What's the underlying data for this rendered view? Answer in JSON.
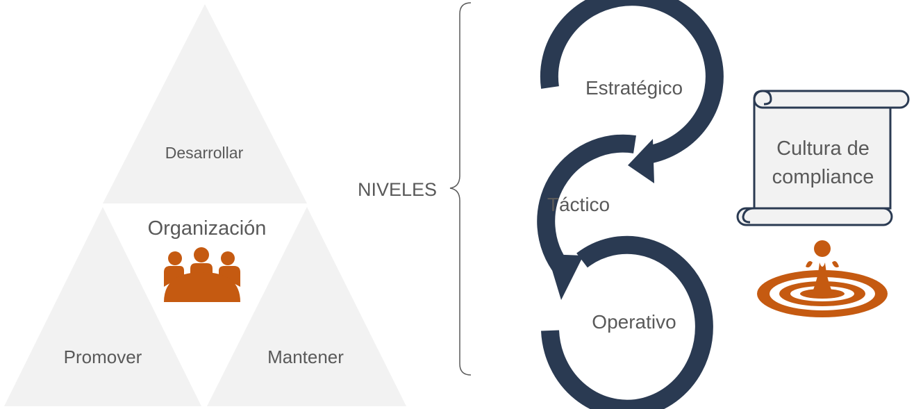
{
  "pyramid": {
    "top_label": "Desarrollar",
    "center_label": "Organización",
    "left_label": "Promover",
    "right_label": "Mantener",
    "center_icon": "meeting-group-icon"
  },
  "levels": {
    "label": "NIVELES",
    "items": [
      "Estratégico",
      "Táctico",
      "Operativo"
    ]
  },
  "culture": {
    "line1": "Cultura de",
    "line2": "compliance",
    "scroll_icon": "scroll-icon",
    "drop_icon": "water-drop-ripple-icon"
  },
  "colors": {
    "triangle_fill": "#f2f2f2",
    "accent": "#c55a11",
    "arrow": "#2a3a52",
    "text": "#595959",
    "scroll_fill": "#f2f2f2"
  }
}
